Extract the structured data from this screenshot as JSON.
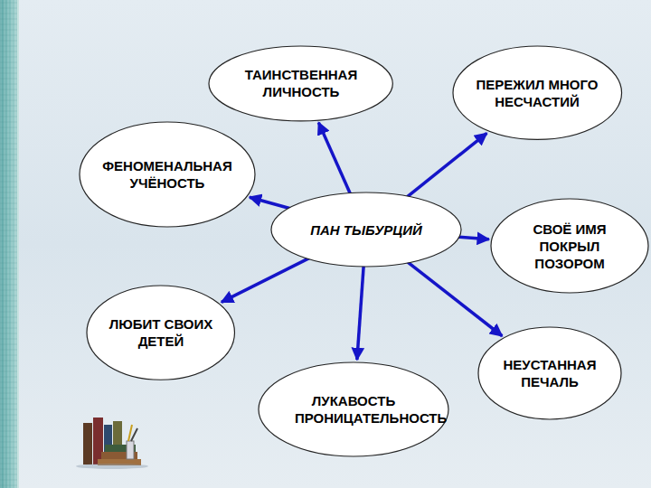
{
  "diagram": {
    "nodes": [
      {
        "text": [
          "ТАИНСТВЕННАЯ ЛИЧНОСТЬ"
        ]
      },
      {
        "text": [
          "ПЕРЕЖИЛ МНОГО НЕСЧАСТИЙ"
        ]
      },
      {
        "text": [
          "ФЕНОМЕНАЛЬНАЯ УЧЁНОСТЬ"
        ]
      },
      {
        "text": [
          "ПАН ТЫБУРЦИЙ"
        ]
      },
      {
        "text": [
          "СВОЁ ИМЯ ПОКРЫЛ ПОЗОРОМ"
        ]
      },
      {
        "text": [
          "ЛЮБИТ СВОИХ ДЕТЕЙ"
        ]
      },
      {
        "text": [
          "НЕУСТАННАЯ ПЕЧАЛЬ"
        ]
      },
      {
        "text": [
          "ЛУКАВОСТЬ ПРОНИЦАТЕЛЬНОСТЬ"
        ]
      }
    ],
    "edges": [
      {
        "from": 3,
        "to": 0,
        "arrow": "to"
      },
      {
        "from": 3,
        "to": 1,
        "arrow": "to"
      },
      {
        "from": 3,
        "to": 2,
        "arrow": "to"
      },
      {
        "from": 3,
        "to": 4,
        "arrow": "to"
      },
      {
        "from": 3,
        "to": 5,
        "arrow": "to"
      },
      {
        "from": 3,
        "to": 6,
        "arrow": "to"
      },
      {
        "from": 3,
        "to": 7,
        "arrow": "to"
      }
    ]
  }
}
